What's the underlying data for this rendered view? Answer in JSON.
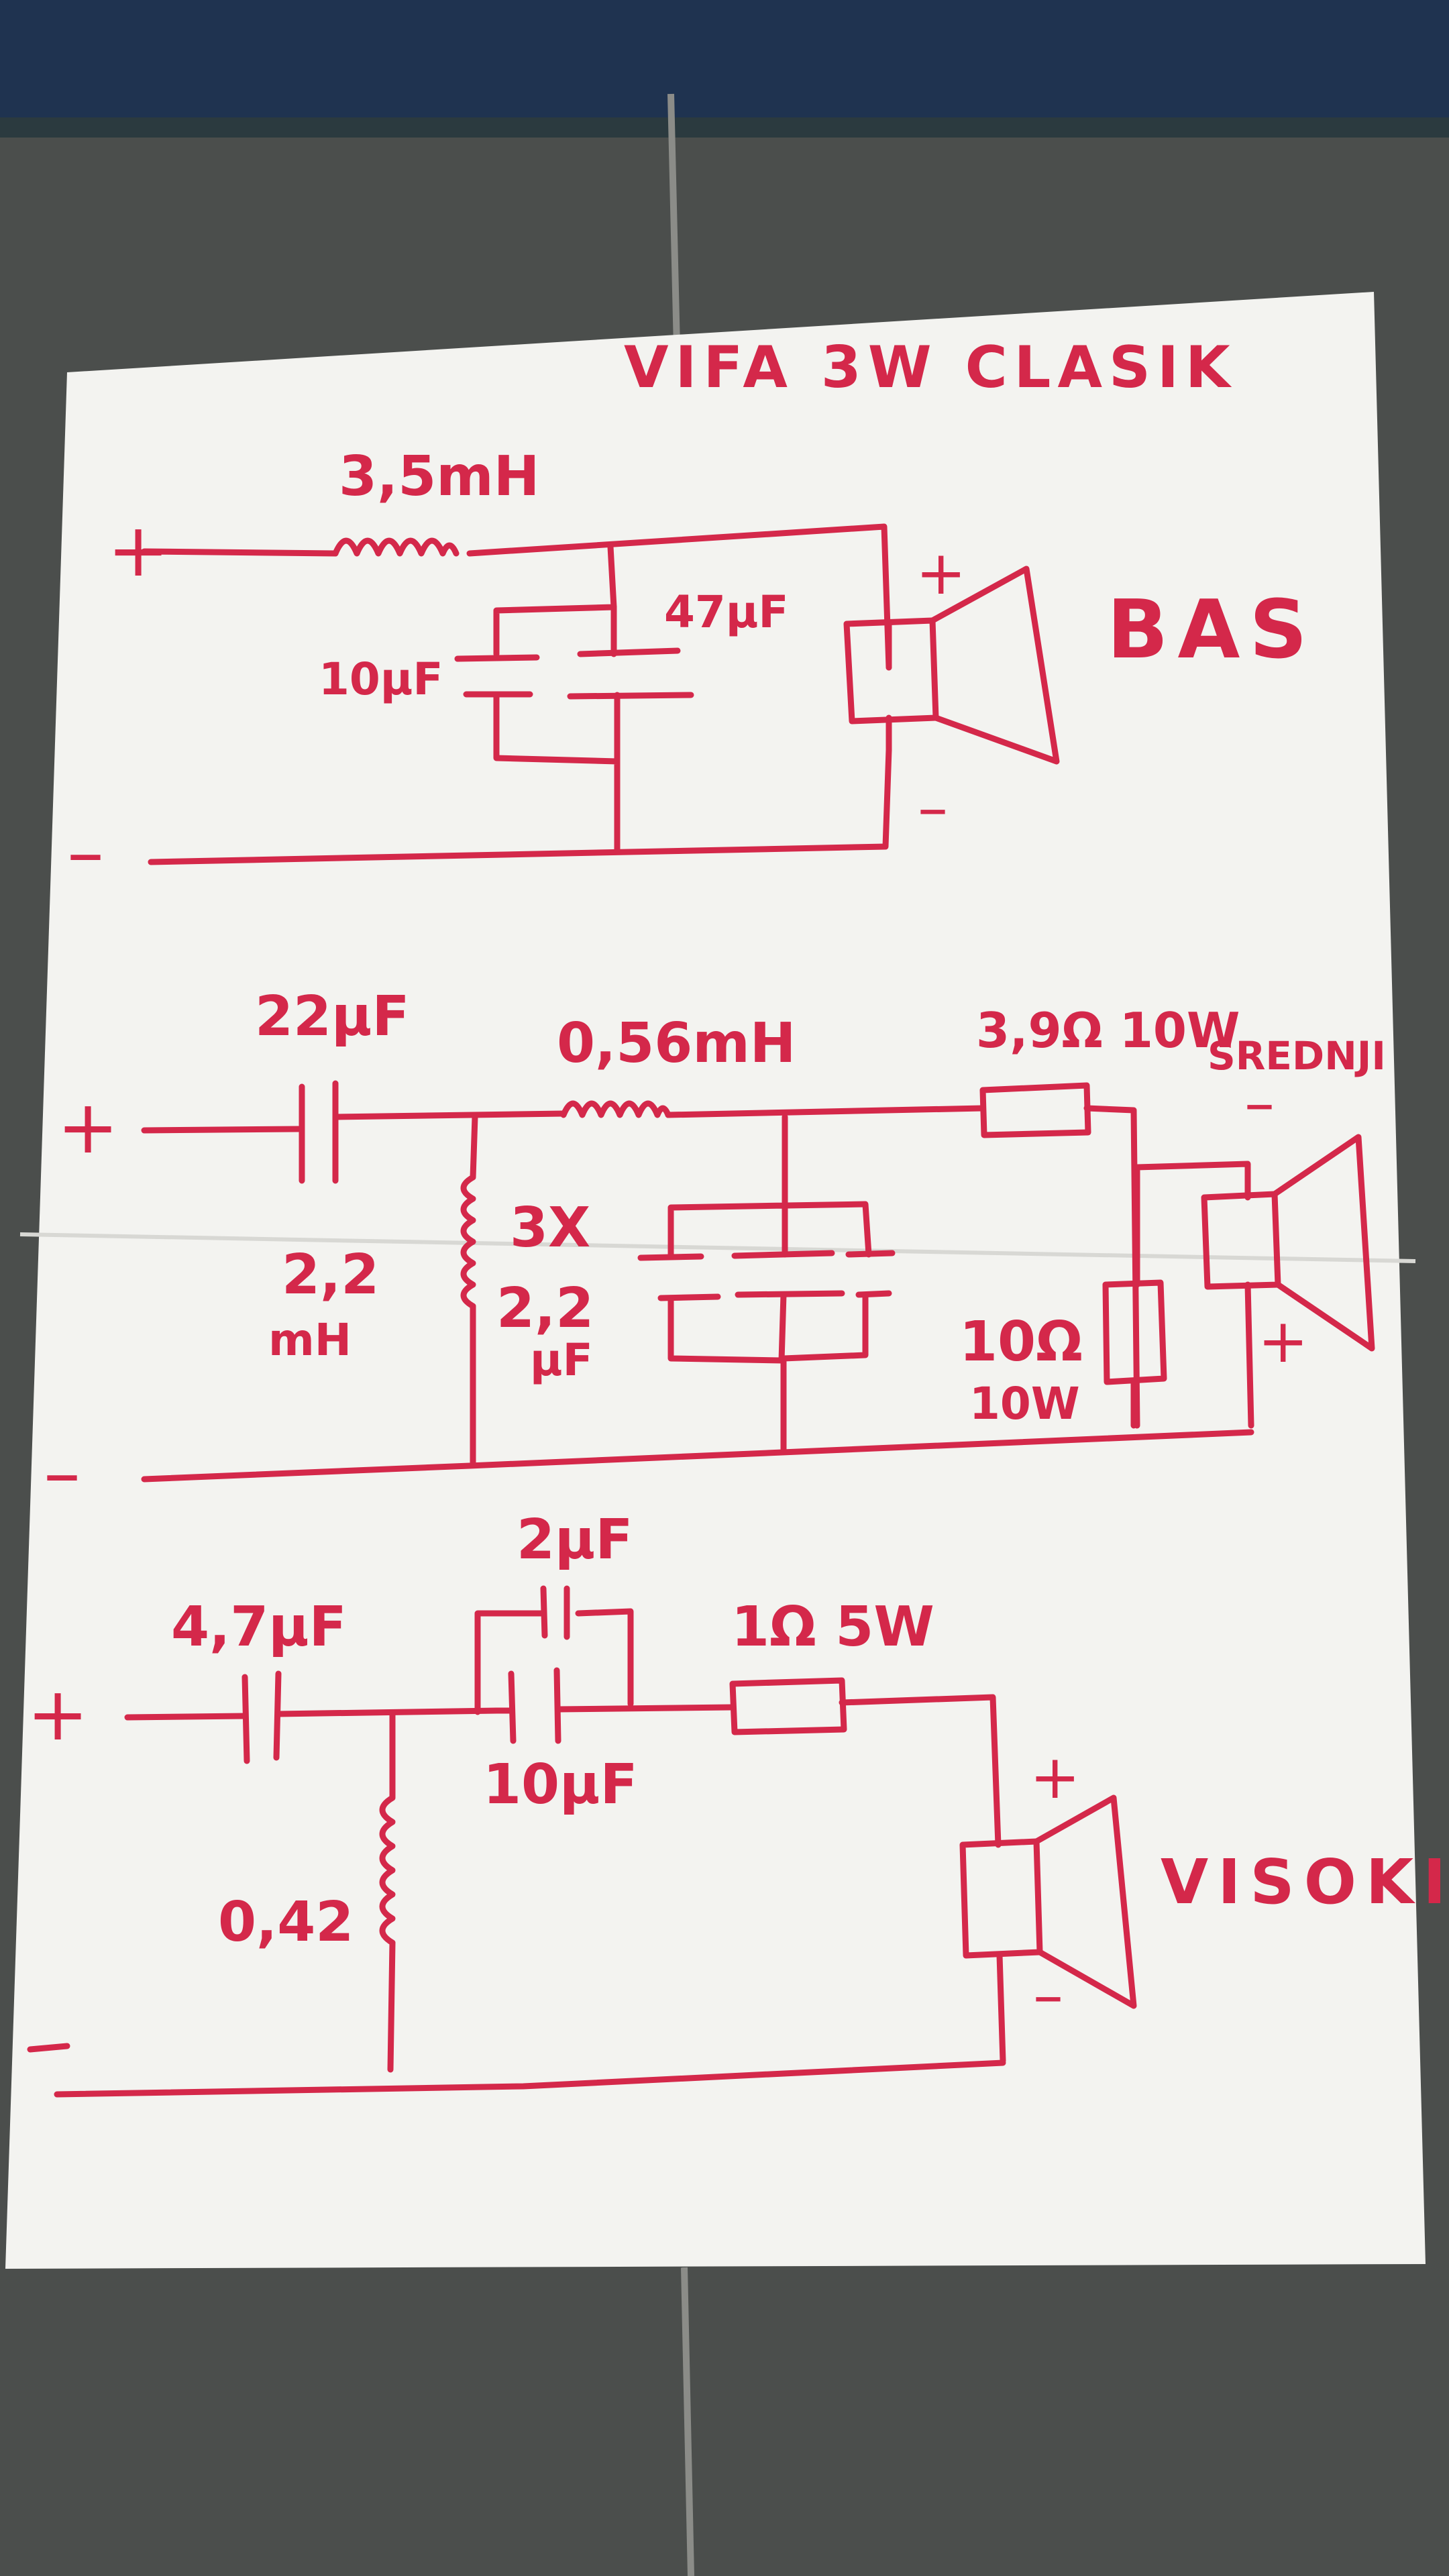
{
  "title": "VIFA 3W CLASIK",
  "colors": {
    "ink": "#d4284a",
    "paper": "#f3f3f0",
    "floor": "#4b4e4c",
    "wall": "#1f3350"
  },
  "bass": {
    "name": "BAS",
    "inductor": "3,5mH",
    "cap_a": "10μF",
    "cap_b": "47μF",
    "plus": "+",
    "minus": "–",
    "spk_plus": "+",
    "spk_minus": "–"
  },
  "mid": {
    "name": "SREDNJI",
    "series_cap": "22μF",
    "inductor_series": "0,56mH",
    "resistor_series": "3,9Ω 10W",
    "inductor_shunt_value": "2,2",
    "inductor_shunt_unit": "mH",
    "cap_bank_count": "3X",
    "cap_bank_value": "2,2",
    "cap_bank_unit": "μF",
    "resistor_shunt": "10Ω",
    "resistor_shunt_power": "10W",
    "plus": "+",
    "minus": "–",
    "spk_plus": "+",
    "spk_minus": "–"
  },
  "high": {
    "name": "VISOKI",
    "cap_series": "4,7μF",
    "cap_parallel_top": "2μF",
    "cap_parallel_bottom": "10μF",
    "resistor": "1Ω 5W",
    "inductor_shunt": "0,42",
    "plus": "+",
    "minus": "–",
    "spk_plus": "+",
    "spk_minus": "–"
  }
}
